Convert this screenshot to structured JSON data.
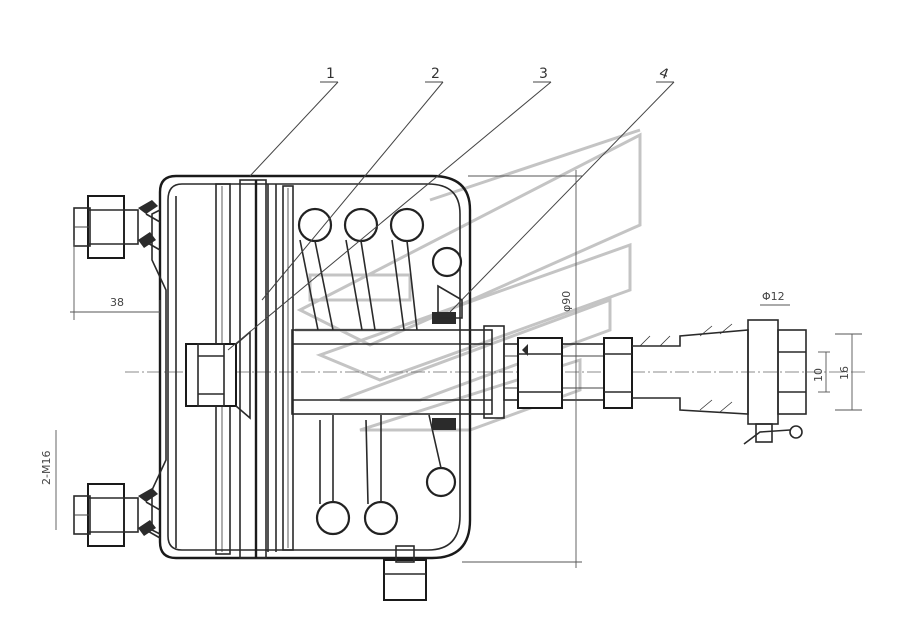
{
  "part_labels": [
    "1",
    "2",
    "3",
    "4"
  ],
  "dimensions": {
    "port_offset": "38",
    "fitting_thread": "2-M16",
    "pin_diameter": "Φ12",
    "clevis_width": "10",
    "clevis_height": "16",
    "overall_height": "φ90"
  },
  "colors": {
    "line": "#2a2a2a",
    "watermark": "#c4c4c4",
    "background": "#ffffff"
  }
}
